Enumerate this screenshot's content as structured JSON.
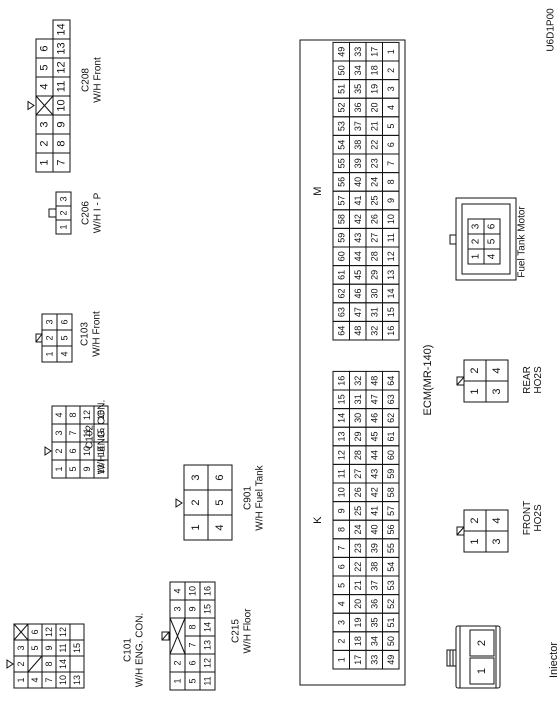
{
  "diagram_code": "U6D1P00",
  "connectors": [
    {
      "id": "C101",
      "name": "W/H ENG. CON.",
      "rows": [
        [
          "1",
          "2",
          "3",
          ""
        ],
        [
          "4",
          "",
          "5",
          "6"
        ],
        [
          "7",
          "8",
          "9",
          "12"
        ],
        [
          "10",
          "14",
          "11",
          "12"
        ],
        [
          "13",
          "",
          "15",
          ""
        ]
      ]
    },
    {
      "id": "C102",
      "name": "W/H ENG. CON.",
      "rows": [
        [
          "1",
          "2",
          "3",
          "4"
        ],
        [
          "5",
          "6",
          "7",
          "8"
        ],
        [
          "9",
          "10",
          "11",
          "12"
        ],
        [
          "13",
          "14",
          "15",
          "16"
        ]
      ]
    },
    {
      "id": "C103",
      "name": "W/H Front",
      "rows": [
        [
          "1",
          "2",
          "3"
        ],
        [
          "4",
          "5",
          "6"
        ]
      ]
    },
    {
      "id": "C206",
      "name": "W/H I - P",
      "rows": [
        [
          "1",
          "2",
          "3"
        ]
      ]
    },
    {
      "id": "C208",
      "name": "W/H Front",
      "rows": [
        [
          "1",
          "2",
          "3",
          "",
          "4",
          "5",
          "6"
        ],
        [
          "7",
          "8",
          "9",
          "10",
          "11",
          "12",
          "13",
          "14"
        ]
      ]
    },
    {
      "id": "C215",
      "name": "W/H Floor",
      "rows": [
        [
          "1",
          "2",
          "",
          "3",
          "4"
        ],
        [
          "5",
          "6",
          "7",
          "8",
          "9",
          "10"
        ],
        [
          "11",
          "12",
          "13",
          "14",
          "15",
          "16"
        ]
      ]
    },
    {
      "id": "C901",
      "name": "W/H Fuel Tank",
      "rows": [
        [
          "1",
          "2",
          "3"
        ],
        [
          "4",
          "5",
          "6"
        ]
      ]
    }
  ],
  "ecm": {
    "title": "ECM(MR-140)",
    "sections": [
      {
        "label": "K",
        "rows": [
          [
            "1",
            "2",
            "3",
            "4",
            "5",
            "6",
            "7",
            "8",
            "9",
            "10",
            "11",
            "12",
            "13",
            "14",
            "15",
            "16"
          ],
          [
            "17",
            "18",
            "19",
            "20",
            "21",
            "22",
            "23",
            "24",
            "25",
            "26",
            "27",
            "28",
            "29",
            "30",
            "31",
            "32"
          ],
          [
            "33",
            "34",
            "35",
            "36",
            "37",
            "38",
            "39",
            "40",
            "41",
            "42",
            "43",
            "44",
            "45",
            "46",
            "47",
            "48"
          ],
          [
            "49",
            "50",
            "51",
            "52",
            "53",
            "54",
            "55",
            "56",
            "57",
            "58",
            "59",
            "60",
            "61",
            "62",
            "63",
            "64"
          ]
        ]
      },
      {
        "label": "M",
        "rows": [
          [
            "64",
            "63",
            "62",
            "61",
            "60",
            "59",
            "58",
            "57",
            "56",
            "55",
            "54",
            "53",
            "52",
            "51",
            "50",
            "49"
          ],
          [
            "48",
            "47",
            "46",
            "45",
            "44",
            "43",
            "42",
            "41",
            "40",
            "39",
            "38",
            "37",
            "36",
            "35",
            "34",
            "33"
          ],
          [
            "32",
            "31",
            "30",
            "29",
            "28",
            "27",
            "26",
            "25",
            "24",
            "23",
            "22",
            "21",
            "20",
            "19",
            "18",
            "17"
          ],
          [
            "16",
            "15",
            "14",
            "13",
            "12",
            "11",
            "10",
            "9",
            "8",
            "7",
            "6",
            "5",
            "4",
            "3",
            "2",
            "1"
          ]
        ]
      }
    ]
  },
  "components": [
    {
      "id": "injector",
      "name": "Injector",
      "pins": [
        "1",
        "2"
      ]
    },
    {
      "id": "front-ho2s",
      "name": "FRONT\nHO2S",
      "pins": [
        "1",
        "2",
        "3",
        "4"
      ]
    },
    {
      "id": "rear-ho2s",
      "name": "REAR\nHO2S",
      "pins": [
        "1",
        "2",
        "3",
        "4"
      ]
    },
    {
      "id": "fuel-tank-motor",
      "name": "Fuel Tank Motor",
      "pins": [
        "1",
        "2",
        "3",
        "4",
        "5",
        "6"
      ]
    }
  ]
}
